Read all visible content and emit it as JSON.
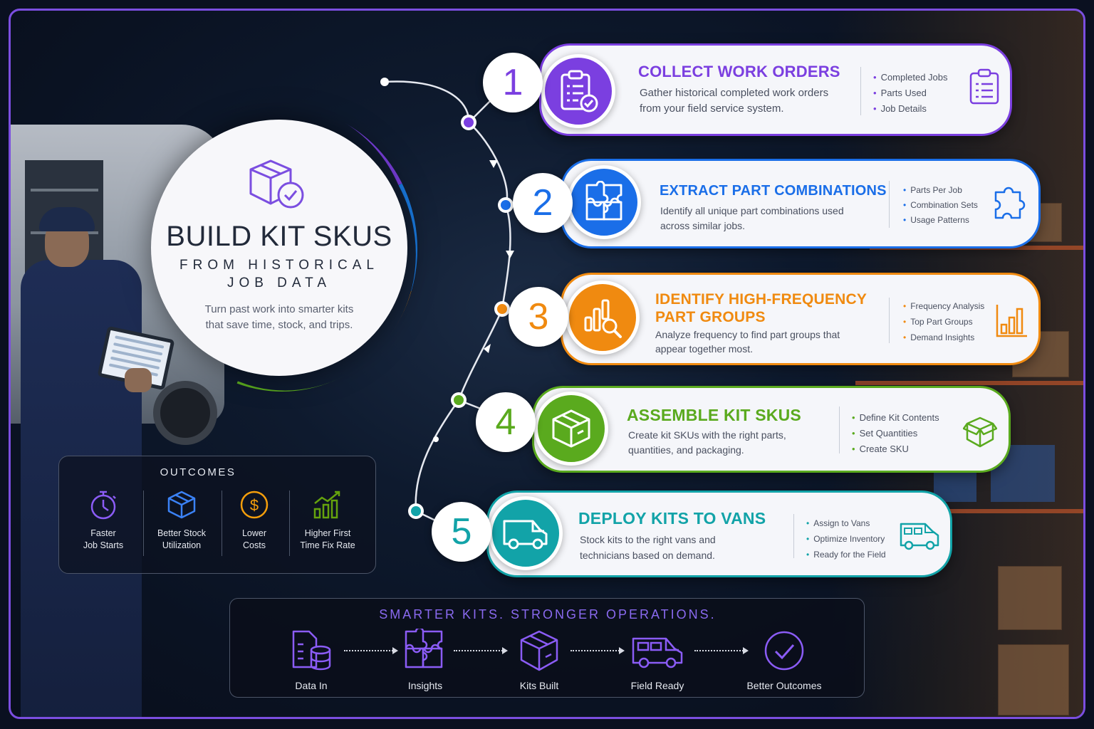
{
  "hero": {
    "title": "BUILD KIT SKUS",
    "subtitle_line1": "FROM HISTORICAL",
    "subtitle_line2": "JOB DATA",
    "description": "Turn past work into smarter kits that save time, stock, and trips."
  },
  "steps": [
    {
      "number": "1",
      "title": "COLLECT WORK ORDERS",
      "description": "Gather historical completed work orders from your field service system.",
      "bullets": [
        "Completed Jobs",
        "Parts Used",
        "Job Details"
      ],
      "color": "#7b3fe0",
      "icon": "clipboard-check-icon",
      "side_icon": "clipboard-list-icon"
    },
    {
      "number": "2",
      "title": "EXTRACT PART COMBINATIONS",
      "description": "Identify all unique part combinations used across similar jobs.",
      "bullets": [
        "Parts Per Job",
        "Combination Sets",
        "Usage Patterns"
      ],
      "color": "#1a6ee8",
      "icon": "puzzle-pieces-icon",
      "side_icon": "puzzle-piece-icon"
    },
    {
      "number": "3",
      "title_line1": "IDENTIFY HIGH-FREQUENCY",
      "title_line2": "PART GROUPS",
      "description": "Analyze frequency to find part groups that appear together most.",
      "bullets": [
        "Frequency Analysis",
        "Top Part Groups",
        "Demand Insights"
      ],
      "color": "#f08a10",
      "icon": "chart-magnifier-icon",
      "side_icon": "bar-chart-icon"
    },
    {
      "number": "4",
      "title": "ASSEMBLE KIT SKUS",
      "description": "Create kit SKUs with the right parts, quantities, and packaging.",
      "bullets": [
        "Define Kit Contents",
        "Set Quantities",
        "Create SKU"
      ],
      "color": "#5aaa1e",
      "icon": "box-icon",
      "side_icon": "open-box-icon"
    },
    {
      "number": "5",
      "title": "DEPLOY KITS TO VANS",
      "description": "Stock kits to the right vans and technicians based on demand.",
      "bullets": [
        "Assign to Vans",
        "Optimize Inventory",
        "Ready for the Field"
      ],
      "color": "#12a3a8",
      "icon": "van-icon",
      "side_icon": "van-outline-icon"
    }
  ],
  "outcomes": {
    "title": "OUTCOMES",
    "items": [
      {
        "line1": "Faster",
        "line2": "Job Starts",
        "icon": "stopwatch-icon",
        "color": "#8b5cf6"
      },
      {
        "line1": "Better Stock",
        "line2": "Utilization",
        "icon": "box-icon",
        "color": "#3b82f6"
      },
      {
        "line1": "Lower",
        "line2": "Costs",
        "icon": "dollar-coin-icon",
        "color": "#f59e0b"
      },
      {
        "line1": "Higher First",
        "line2": "Time Fix Rate",
        "icon": "growth-chart-icon",
        "color": "#65a30d"
      }
    ]
  },
  "bottom": {
    "title": "SMARTER KITS. STRONGER OPERATIONS.",
    "items": [
      {
        "label": "Data In",
        "icon": "document-database-icon"
      },
      {
        "label": "Insights",
        "icon": "puzzle-icon"
      },
      {
        "label": "Kits Built",
        "icon": "box-icon"
      },
      {
        "label": "Field Ready",
        "icon": "van-icon"
      },
      {
        "label": "Better Outcomes",
        "icon": "check-circle-icon"
      }
    ],
    "color": "#8b5cf6"
  }
}
